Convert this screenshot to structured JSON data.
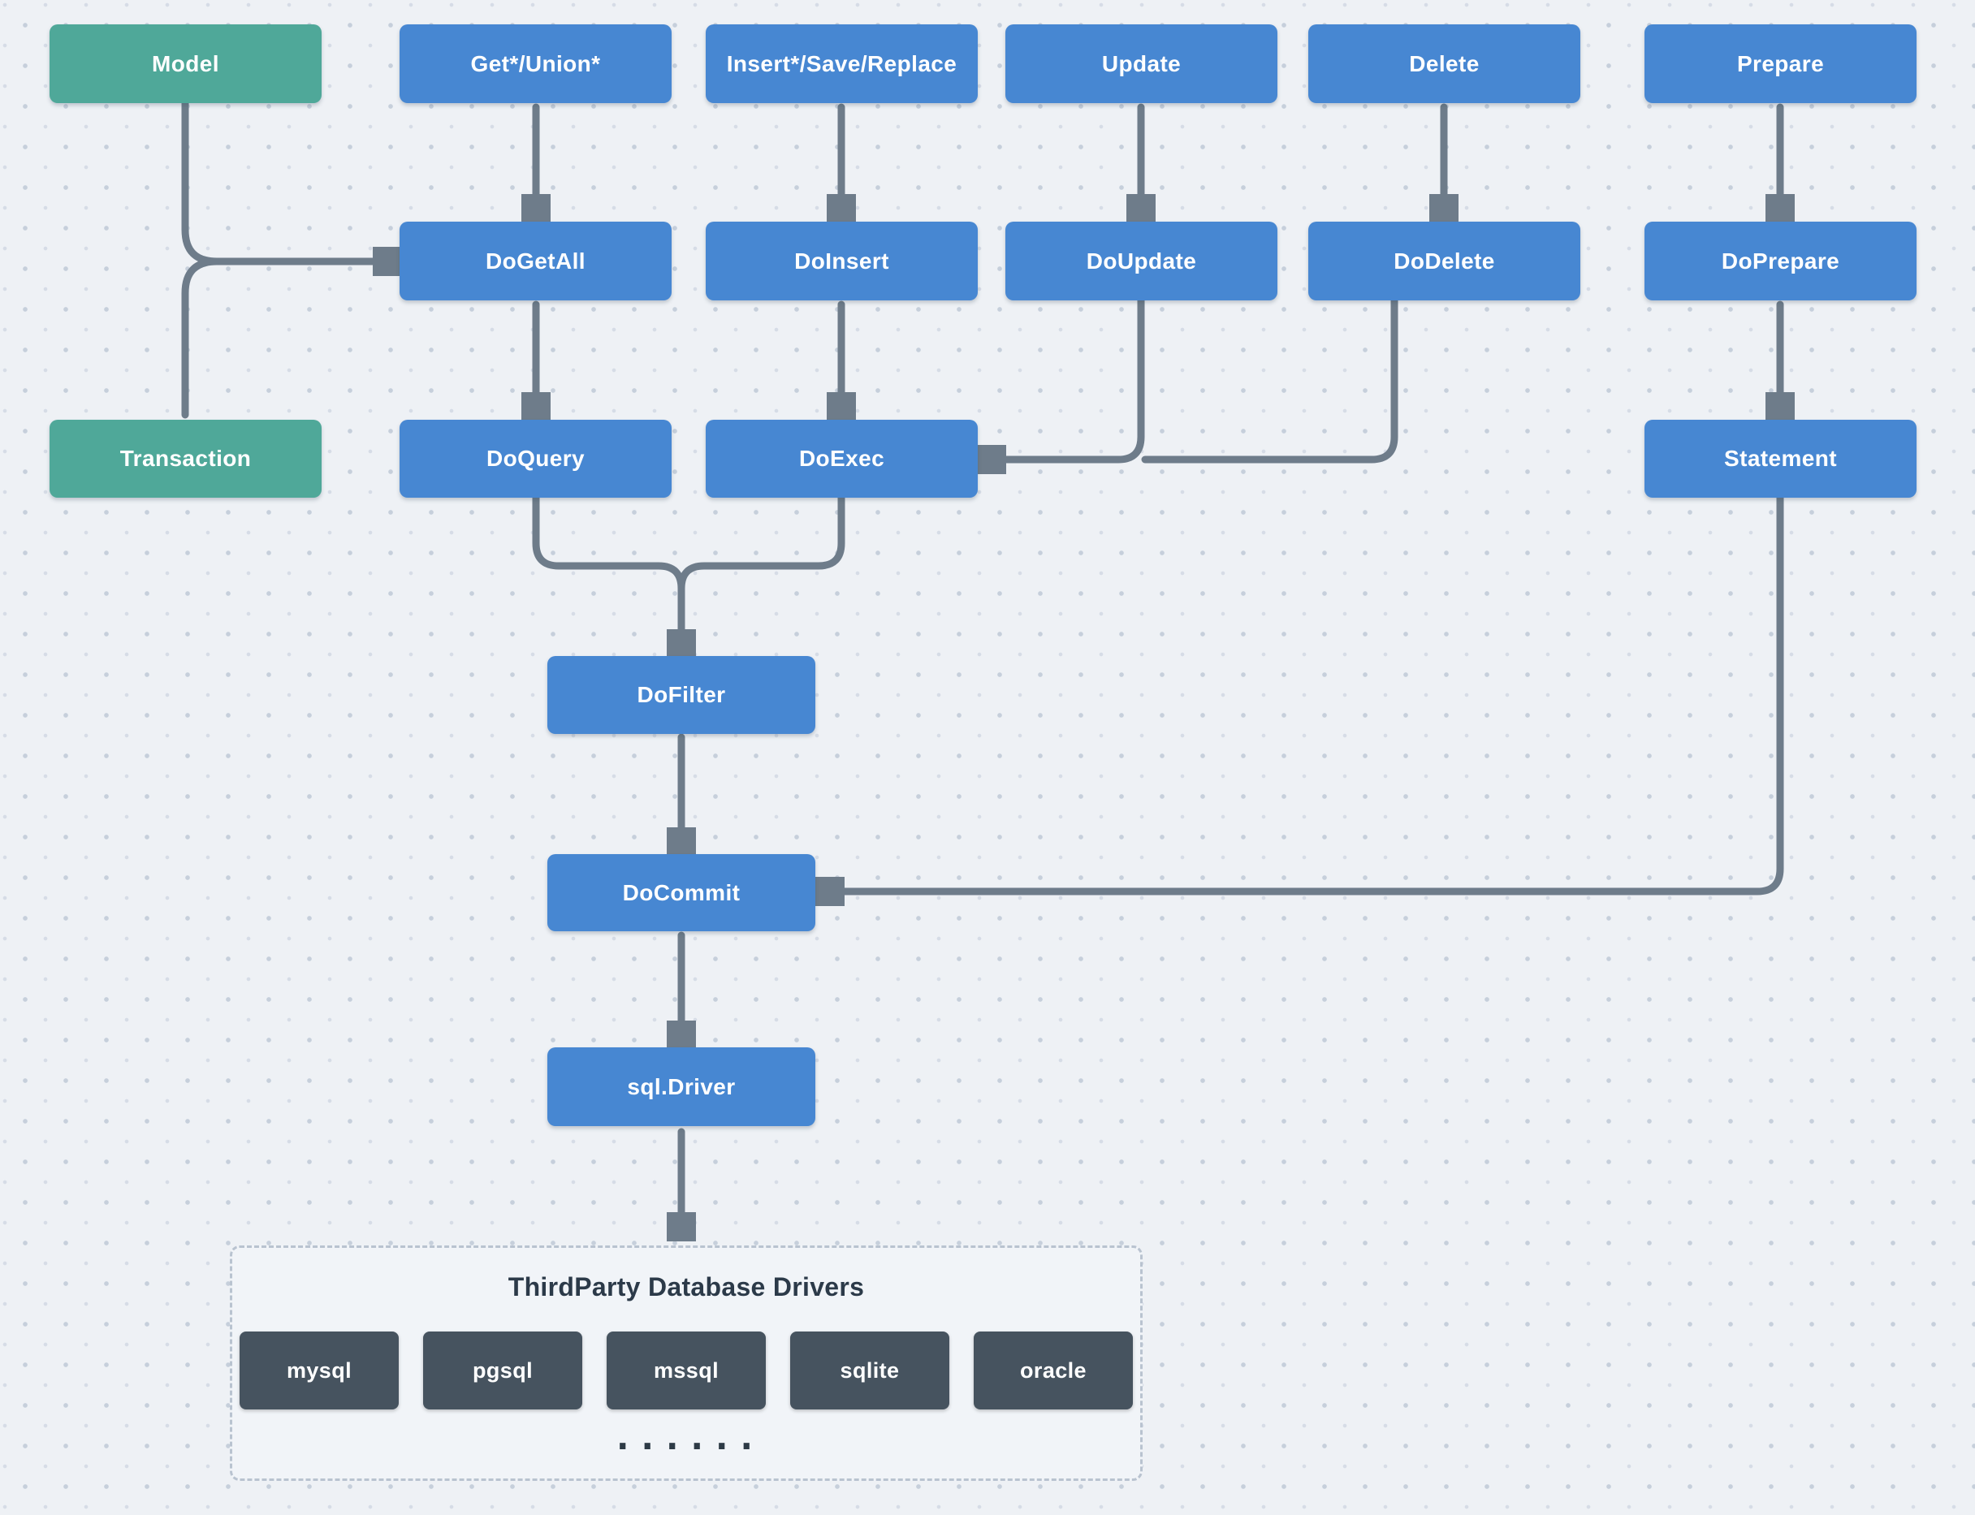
{
  "diagram": {
    "nodes": {
      "model": {
        "label": "Model"
      },
      "get_union": {
        "label": "Get*/Union*"
      },
      "insert_save_replace": {
        "label": "Insert*/Save/Replace"
      },
      "update": {
        "label": "Update"
      },
      "delete": {
        "label": "Delete"
      },
      "prepare": {
        "label": "Prepare"
      },
      "do_get_all": {
        "label": "DoGetAll"
      },
      "do_insert": {
        "label": "DoInsert"
      },
      "do_update": {
        "label": "DoUpdate"
      },
      "do_delete": {
        "label": "DoDelete"
      },
      "do_prepare": {
        "label": "DoPrepare"
      },
      "transaction": {
        "label": "Transaction"
      },
      "do_query": {
        "label": "DoQuery"
      },
      "do_exec": {
        "label": "DoExec"
      },
      "statement": {
        "label": "Statement"
      },
      "do_filter": {
        "label": "DoFilter"
      },
      "do_commit": {
        "label": "DoCommit"
      },
      "sql_driver": {
        "label": "sql.Driver"
      }
    },
    "drivers_panel": {
      "title": "ThirdParty Database Drivers",
      "items": [
        "mysql",
        "pgsql",
        "mssql",
        "sqlite",
        "oracle"
      ],
      "ellipsis": "......"
    },
    "colors": {
      "entry_node": "#4fa899",
      "method_node": "#4787d2",
      "driver_node": "#46535f",
      "connector": "#6e7c8a",
      "panel_title_text": "#2c3a49",
      "background": "#eef1f5"
    }
  }
}
